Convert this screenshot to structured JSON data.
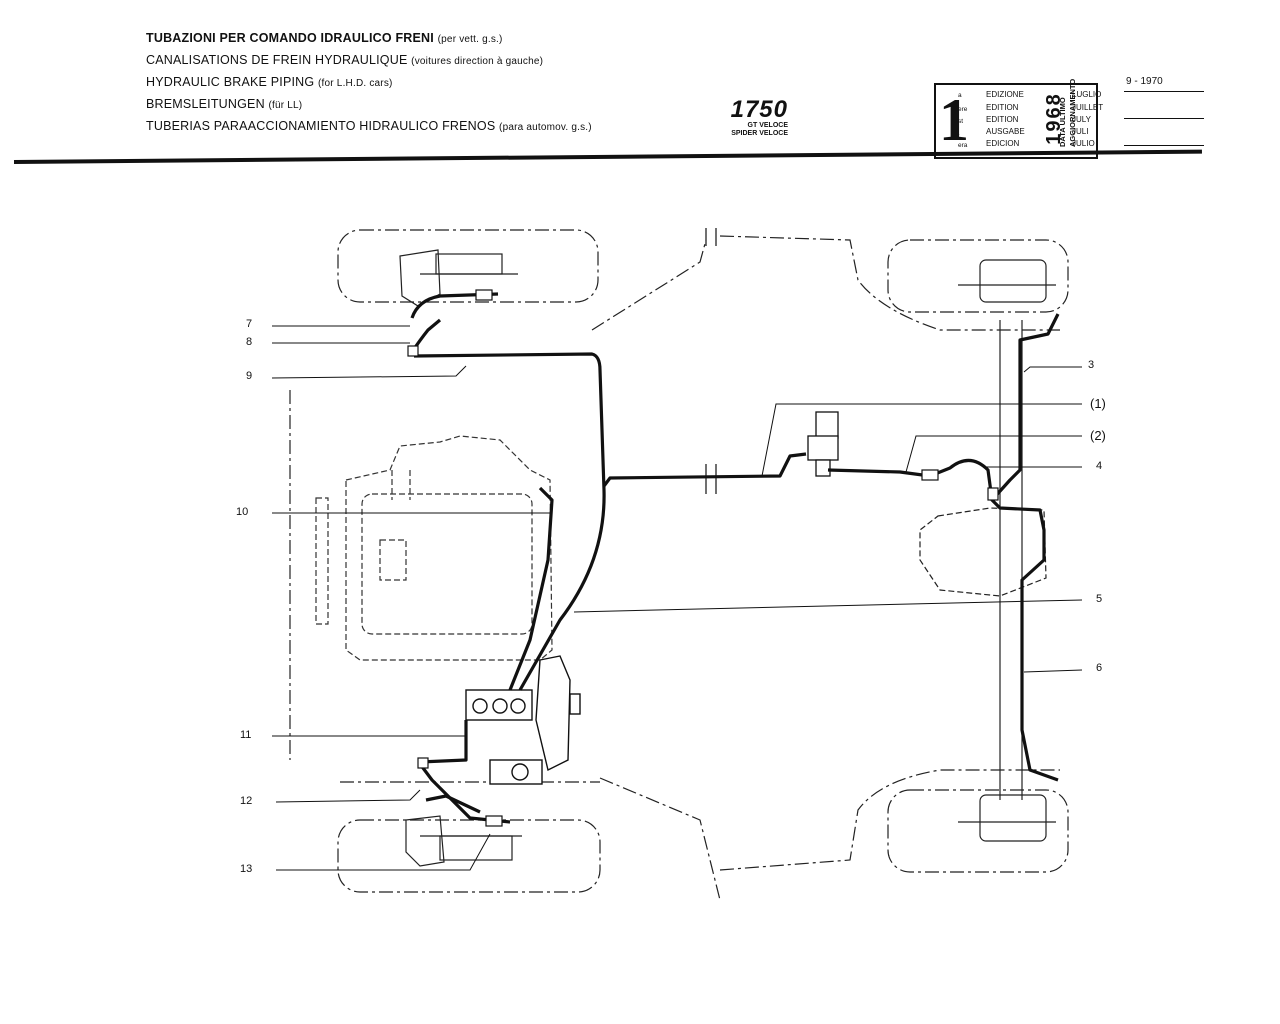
{
  "header": {
    "title_it": "TUBAZIONI PER COMANDO IDRAULICO FRENI",
    "title_it_note": "(per vett. g.s.)",
    "title_fr": "CANALISATIONS DE FREIN  HYDRAULIQUE",
    "title_fr_note": "(voitures direction à gauche)",
    "title_en": "HYDRAULIC BRAKE PIPING",
    "title_en_note": "(for L.H.D. cars)",
    "title_de": "BREMSLEITUNGEN",
    "title_de_note": "(für LL)",
    "title_es": "TUBERIAS PARAACCIONAMIENTO HIDRAULICO FRENOS",
    "title_es_note": "(para automov. g.s.)"
  },
  "model": {
    "number": "1750",
    "variant_1": "GT VELOCE",
    "variant_2": "SPIDER VELOCE"
  },
  "edition_box": {
    "number": "1",
    "suffixes": [
      "a",
      "ere",
      "st",
      ".",
      "era"
    ],
    "labels": [
      "EDIZIONE",
      "EDITION",
      "EDITION",
      "AUSGABE",
      "EDICION"
    ],
    "year": "1968",
    "months": [
      "LUGLIO",
      "JUILLET",
      "JULY",
      "JULI",
      "JULIO"
    ]
  },
  "update": {
    "label_1": "DATA ULTIMO",
    "label_2": "AGGIORNAMENTO",
    "date": "9 - 1970"
  },
  "callouts_left": [
    {
      "id": "7",
      "text": "7"
    },
    {
      "id": "8",
      "text": "8"
    },
    {
      "id": "9",
      "text": "9"
    },
    {
      "id": "10",
      "text": "10"
    },
    {
      "id": "11",
      "text": "11"
    },
    {
      "id": "12",
      "text": "12"
    },
    {
      "id": "13",
      "text": "13"
    }
  ],
  "callouts_right": [
    {
      "id": "3",
      "text": "3"
    },
    {
      "id": "p1",
      "text": "(1)"
    },
    {
      "id": "p2",
      "text": "(2)"
    },
    {
      "id": "4",
      "text": "4"
    },
    {
      "id": "5",
      "text": "5"
    },
    {
      "id": "6",
      "text": "6"
    }
  ]
}
